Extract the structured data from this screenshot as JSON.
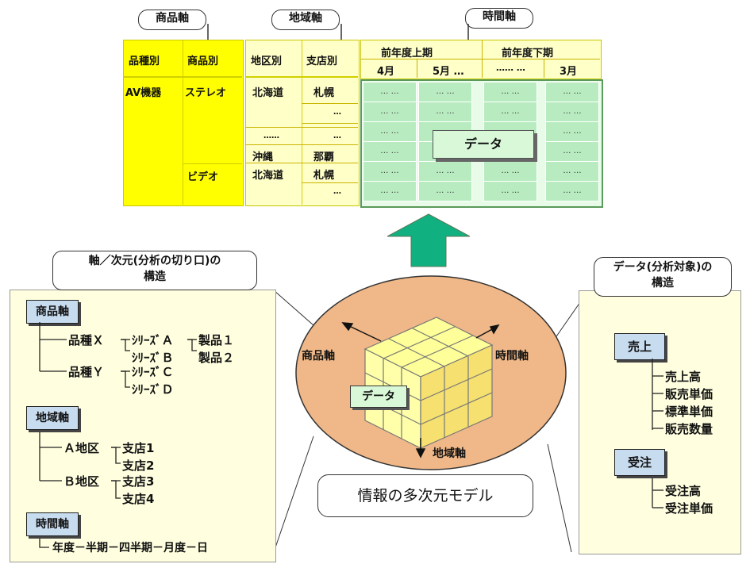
{
  "callouts": {
    "product_axis": "商品軸",
    "region_axis": "地域軸",
    "time_axis": "時間軸"
  },
  "table": {
    "product_headers": [
      "品種別",
      "商品別"
    ],
    "region_headers": [
      "地区別",
      "支店別"
    ],
    "period_headers": [
      "前年度上期",
      "前年度下期"
    ],
    "month_headers": [
      "4月",
      "5月 …",
      "…… …",
      "3月"
    ],
    "product_rows": {
      "kind": "AV機器",
      "item1": "ステレオ",
      "item2": "ビデオ"
    },
    "region_rows": [
      {
        "area": "北海道",
        "branch": "札幌"
      },
      {
        "area": "",
        "branch": "…"
      },
      {
        "area": "",
        "branch": ""
      },
      {
        "area": "……",
        "branch": "…"
      },
      {
        "area": "沖縄",
        "branch": "那覇"
      },
      {
        "area": "北海道",
        "branch": "札幌"
      },
      {
        "area": "",
        "branch": "…"
      }
    ],
    "data_cell": "… …",
    "data_label": "データ"
  },
  "left_panel": {
    "title_line1": "軸／次元(分析の切り口)の",
    "title_line2": "構造",
    "product_axis_label": "商品軸",
    "kind_x": "品種Ｘ",
    "series_a": "ｼﾘｰｽﾞＡ",
    "series_b": "ｼﾘｰｽﾞＢ",
    "product1": "製品１",
    "product2": "製品２",
    "kind_y": "品種Ｙ",
    "series_c": "ｼﾘｰｽﾞＣ",
    "series_d": "ｼﾘｰｽﾞＤ",
    "region_axis_label": "地域軸",
    "area_a": "Ａ地区",
    "branch1": "支店1",
    "branch2": "支店2",
    "area_b": "Ｂ地区",
    "branch3": "支店3",
    "branch4": "支店4",
    "time_axis_label": "時間軸",
    "time_chain": "年度－半期－四半期－月度－日"
  },
  "cube": {
    "product_axis": "商品軸",
    "time_axis": "時間軸",
    "region_axis": "地域軸",
    "data_label": "データ",
    "model_label": "情報の多次元モデル"
  },
  "right_panel": {
    "title_line1": "データ(分析対象)の",
    "title_line2": "構造",
    "sales_label": "売上",
    "sales_items": [
      "売上高",
      "販売単価",
      "標準単価",
      "販売数量"
    ],
    "orders_label": "受注",
    "orders_items": [
      "受注高",
      "受注単価"
    ]
  },
  "colors": {
    "yellow": "#ffff00",
    "light_yellow": "#ffffc8",
    "green": "#b8ecc0",
    "arrow_green": "#10b080",
    "cube_bg": "#f0b888",
    "box_blue": "#c8dcf0"
  }
}
